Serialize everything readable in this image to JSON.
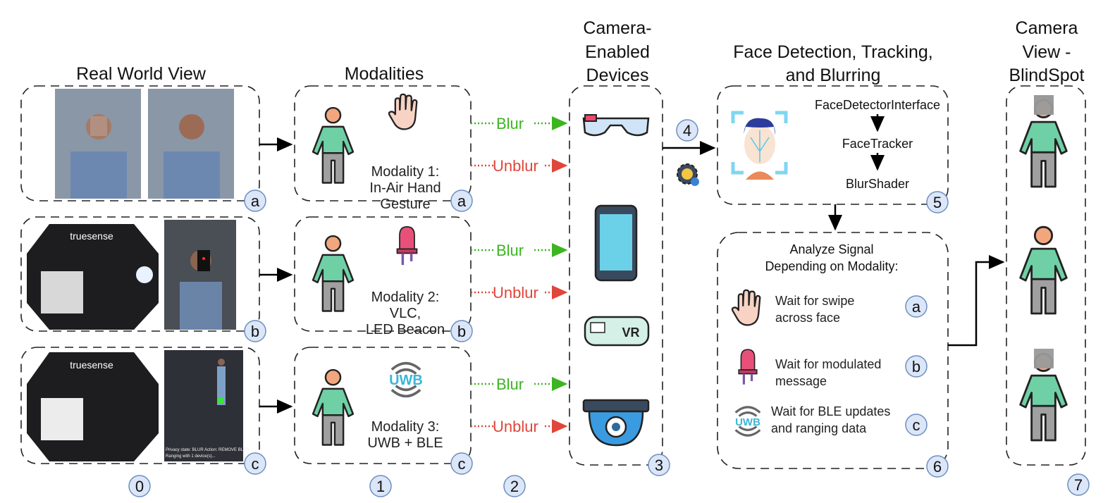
{
  "columns": {
    "real_world": "Real World View",
    "modalities": "Modalities",
    "devices": [
      "Camera-",
      "Enabled",
      "Devices"
    ],
    "face": [
      "Face Detection, Tracking,",
      "and Blurring"
    ],
    "camera_view": [
      "Camera",
      "View -",
      "BlindSpot"
    ]
  },
  "photos": {
    "brand": "truesense",
    "status_line1": "Privacy state: BLUR  Action: REMOVE BLUR",
    "status_line2": "Ranging with 1 device(s)..."
  },
  "modalities": [
    {
      "icon": "hand-icon",
      "lines": [
        "Modality 1:",
        "In-Air Hand",
        "Gesture"
      ],
      "badge": "a"
    },
    {
      "icon": "led-icon",
      "lines": [
        "Modality 2:",
        "VLC,",
        "LED Beacon"
      ],
      "badge": "b"
    },
    {
      "icon": "uwb-icon",
      "icon_text": "UWB",
      "lines": [
        "Modality 3:",
        "UWB + BLE"
      ],
      "badge": "c"
    }
  ],
  "signals": {
    "blur": "Blur",
    "unblur": "Unblur"
  },
  "colors": {
    "blur": "#3cb521",
    "unblur": "#e0463a",
    "badge_fill": "#dbe6f8",
    "badge_stroke": "#6c8ebf",
    "shirt": "#6fd0a6",
    "pants": "#a0a0a0",
    "head": "#f2a67e"
  },
  "devices": [
    "smart-glasses-icon",
    "smartphone-icon",
    "vr-headset-icon",
    "security-camera-icon"
  ],
  "devices_vr_text": "VR",
  "pipeline": [
    "FaceDetectorInterface",
    "FaceTracker",
    "BlurShader"
  ],
  "analyze": {
    "title": [
      "Analyze Signal",
      "Depending on Modality:"
    ],
    "steps": [
      {
        "lines": [
          "Wait for swipe",
          "across face"
        ],
        "badge": "a"
      },
      {
        "lines": [
          "Wait for modulated",
          "message"
        ],
        "badge": "b"
      },
      {
        "lines": [
          "Wait for BLE updates",
          "and ranging data"
        ],
        "badge": "c",
        "icon_text": "UWB"
      }
    ]
  },
  "badges": {
    "step0": "0",
    "step1": "1",
    "step2": "2",
    "step3": "3",
    "step4": "4",
    "step5": "5",
    "step6": "6",
    "step7": "7",
    "a": "a",
    "b": "b",
    "c": "c"
  }
}
